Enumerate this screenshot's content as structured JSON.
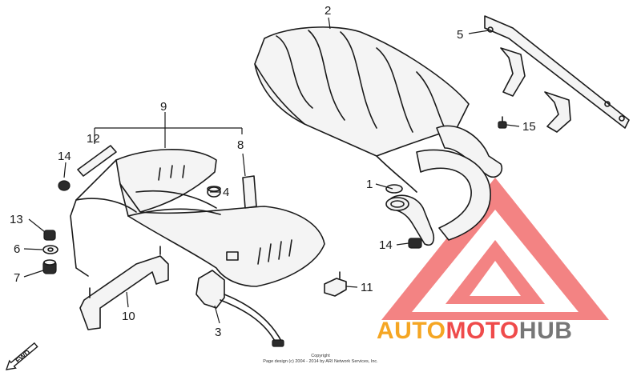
{
  "callouts": {
    "c1": "1",
    "c2": "2",
    "c3": "3",
    "c4": "4",
    "c5": "5",
    "c6": "6",
    "c7": "7",
    "c8": "8",
    "c9": "9",
    "c10": "10",
    "c11": "11",
    "c12": "12",
    "c13": "13",
    "c14a": "14",
    "c14b": "14",
    "c15": "15"
  },
  "fwd_label": "FWD",
  "copyright": {
    "line1": "Copyright",
    "line2": "Page design (c) 2004 - 2014 by ARI Network Services, Inc."
  },
  "watermark": {
    "part1": "AUTO",
    "part2": "MOTO",
    "part3": "HUB",
    "color_orange": "#f5a623",
    "color_red": "#ef4b4b",
    "color_grey": "#777777"
  }
}
